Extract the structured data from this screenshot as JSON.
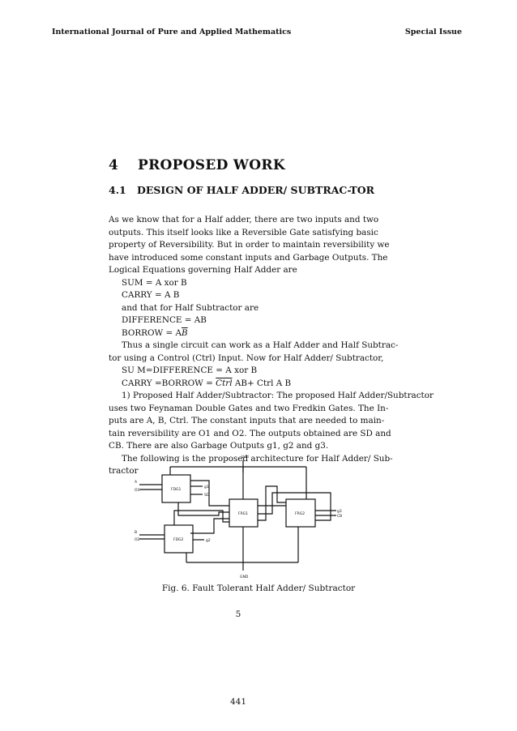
{
  "header": {
    "journal": "International Journal of Pure and Applied Mathematics",
    "issue": "Special Issue"
  },
  "section": {
    "number": "4",
    "title": "PROPOSED WORK"
  },
  "subsection": {
    "number": "4.1",
    "title": "DESIGN OF HALF ADDER/ SUBTRAC-TOR"
  },
  "body": {
    "p1_l1": "As we know that for a Half adder, there are two inputs and two",
    "p1_l2": "outputs.  This itself looks like a Reversible Gate satisfying basic",
    "p1_l3": "property of Reversibility. But in order to maintain reversibility we",
    "p1_l4": "have introduced some constant inputs and Garbage Outputs.  The",
    "p1_l5": "Logical Equations governing Half Adder are",
    "eq_sum": "SUM = A xor B",
    "eq_carry": "CARRY = A B",
    "sub_intro": "and that for Half Subtractor are",
    "eq_diff": "DIFFERENCE = AB",
    "eq_borrow_prefix": "BORROW = A",
    "eq_borrow_bar": "B",
    "p2_l1": "Thus a single circuit can work as a Half Adder and Half Subtrac-",
    "p2_l2": "tor using a Control (Ctrl) Input. Now for Half Adder/ Subtractor,",
    "eq_sum2": "SU M=DIFFERENCE = A xor B",
    "eq_carry2_prefix": "CARRY =BORROW = ",
    "eq_carry2_ctrl": "Ctrl",
    "eq_carry2_suffix": " AB+ Ctrl A B",
    "p3_l1": "1) Proposed Half Adder/Subtractor: The proposed Half Adder/Subtractor",
    "p3_l2": "uses two Feynaman Double Gates and two Fredkin Gates. The In-",
    "p3_l3": "puts are A, B, Ctrl. The constant inputs that are needed to main-",
    "p3_l4": "tain reversibility are O1 and O2.  The outputs obtained are SD and",
    "p3_l5": "CB. There are also Garbage Outputs g1, g2 and g3.",
    "p4_l1": "The following is the proposed architecture for Half Adder/ Sub-",
    "p4_l2": "tractor"
  },
  "figure": {
    "labels": {
      "vdd": "Vdd",
      "gnd": "GND",
      "fdg1": "FDG1",
      "fdg2": "FDG2",
      "frg1": "FRG1",
      "frg2": "FRG2",
      "in_a": "A",
      "in_o1": "O1",
      "in_b": "B",
      "in_o2": "O2",
      "g1": "g1",
      "sd": "SD",
      "g2": "g2",
      "g3": "g3",
      "cb": "CB"
    },
    "caption": "Fig. 6.  Fault Tolerant Half Adder/ Subtractor"
  },
  "page": {
    "local": "5",
    "global": "441"
  }
}
